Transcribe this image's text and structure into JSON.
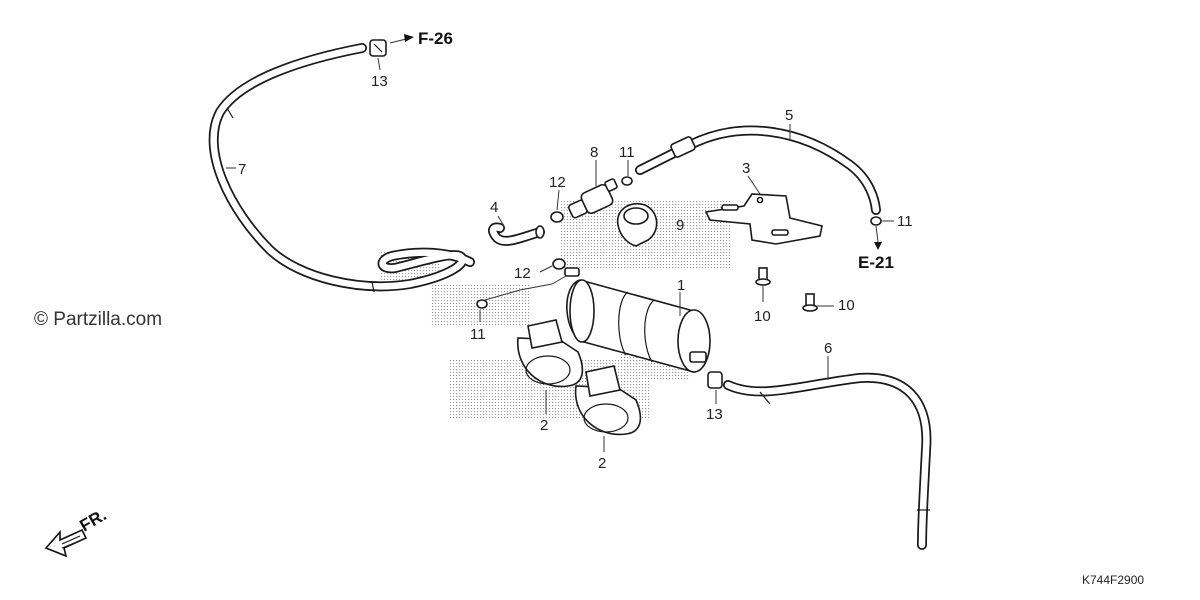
{
  "watermark": "© Partzilla.com",
  "diagram_code": "K744F2900",
  "front_indicator": "FR.",
  "references": {
    "f26": "F-26",
    "e21": "E-21"
  },
  "callouts": {
    "p1": "1",
    "p2a": "2",
    "p2b": "2",
    "p3": "3",
    "p4": "4",
    "p5": "5",
    "p6": "6",
    "p7": "7",
    "p8": "8",
    "p9": "9",
    "p10a": "10",
    "p10b": "10",
    "p11a": "11",
    "p11b": "11",
    "p11c": "11",
    "p12a": "12",
    "p12b": "12",
    "p13a": "13",
    "p13b": "13"
  },
  "colors": {
    "line": "#1a1a1a",
    "shading": "#9a9a9a",
    "background": "#ffffff"
  }
}
